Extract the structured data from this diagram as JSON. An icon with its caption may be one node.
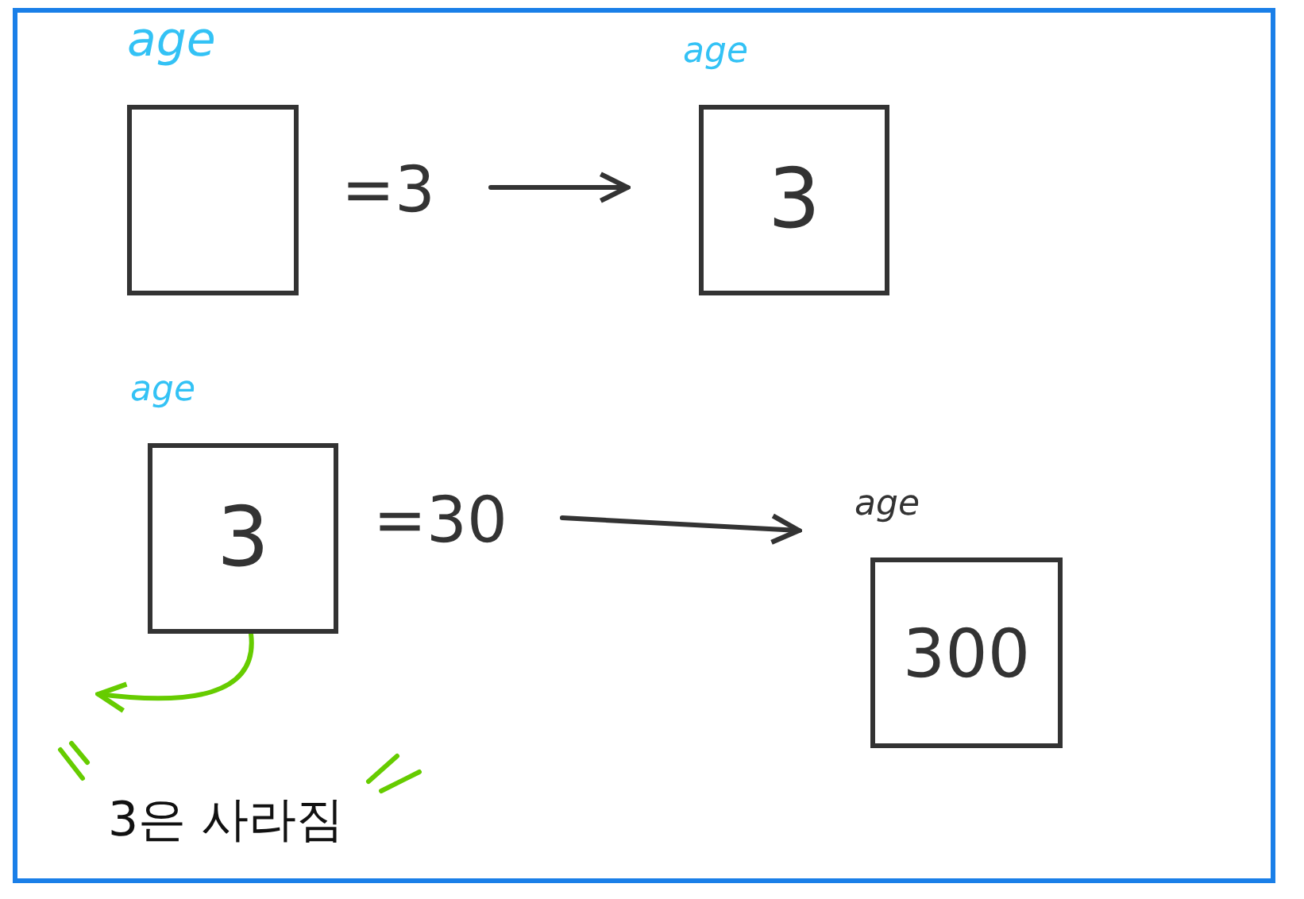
{
  "diagram": {
    "nodes": [
      {
        "text": [
          "age"
        ]
      },
      {
        "text": [
          "=3"
        ]
      },
      {
        "text": [
          "age",
          "3"
        ]
      },
      {
        "text": [
          "age",
          "3"
        ]
      },
      {
        "text": [
          "=30"
        ]
      },
      {
        "text": [
          "age",
          "300"
        ]
      }
    ],
    "edges": [
      {
        "from": 1,
        "to": 2,
        "arrow": "to"
      },
      {
        "from": 4,
        "to": 5,
        "arrow": "to"
      },
      {
        "from": 3,
        "to": null,
        "arrow": "to",
        "color": "#66cc00"
      }
    ],
    "labels": [
      "3은 사라짐"
    ]
  }
}
